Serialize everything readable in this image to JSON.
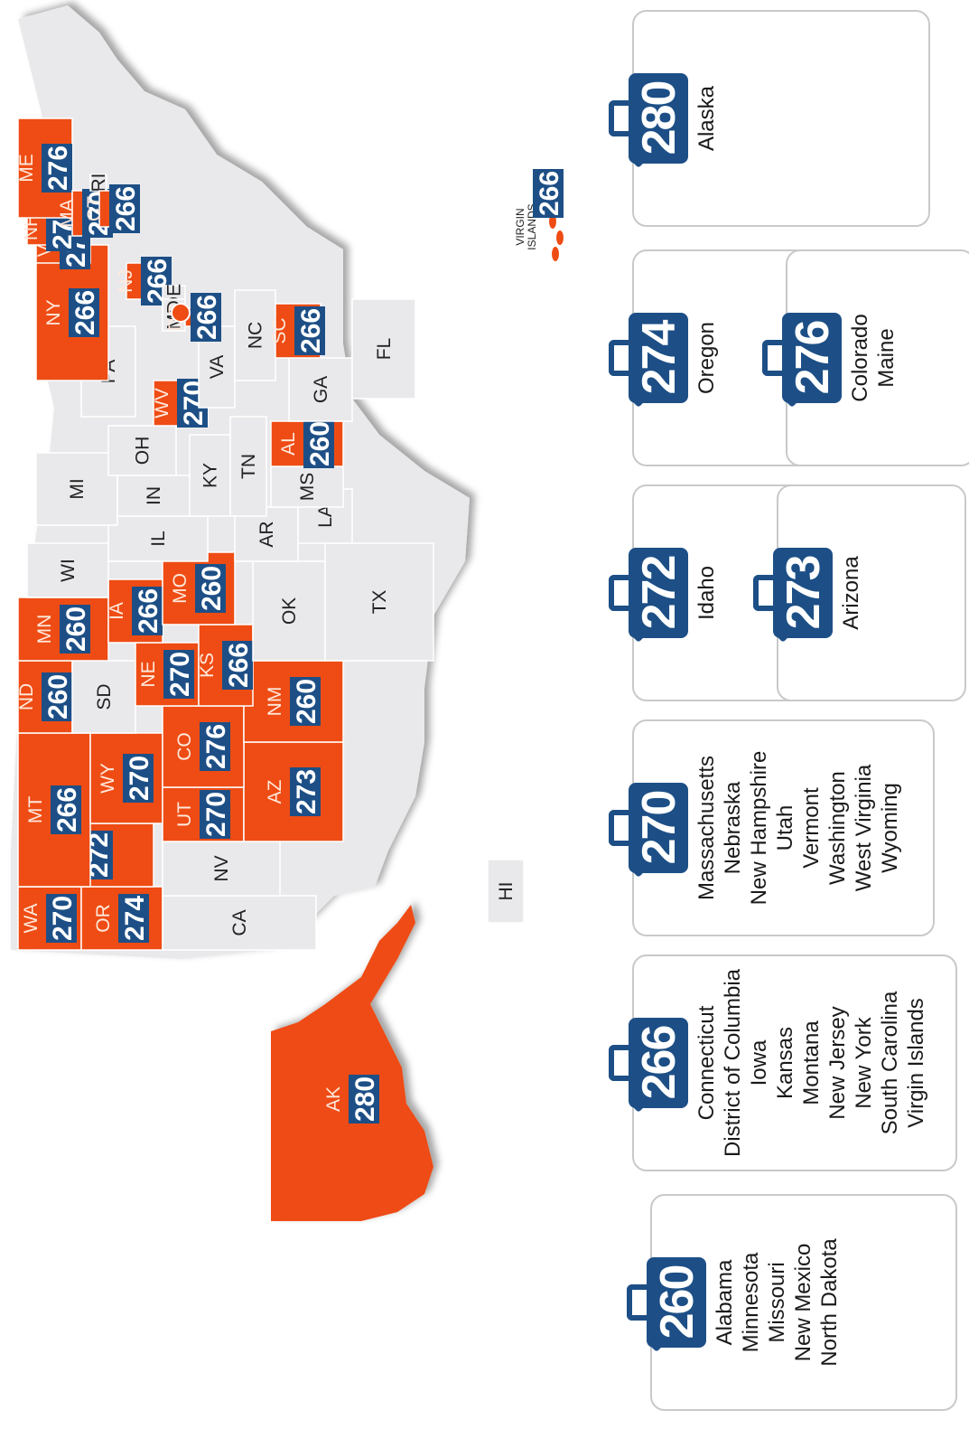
{
  "map": {
    "states": [
      {
        "abbr": "WA",
        "score": "270",
        "highlight": true
      },
      {
        "abbr": "OR",
        "score": "274",
        "highlight": true
      },
      {
        "abbr": "CA",
        "score": "",
        "highlight": false
      },
      {
        "abbr": "NV",
        "score": "",
        "highlight": false
      },
      {
        "abbr": "ID",
        "score": "272",
        "highlight": true
      },
      {
        "abbr": "MT",
        "score": "266",
        "highlight": true
      },
      {
        "abbr": "WY",
        "score": "270",
        "highlight": true
      },
      {
        "abbr": "UT",
        "score": "270",
        "highlight": true
      },
      {
        "abbr": "AZ",
        "score": "273",
        "highlight": true
      },
      {
        "abbr": "CO",
        "score": "276",
        "highlight": true
      },
      {
        "abbr": "NM",
        "score": "260",
        "highlight": true
      },
      {
        "abbr": "ND",
        "score": "260",
        "highlight": true
      },
      {
        "abbr": "SD",
        "score": "",
        "highlight": false
      },
      {
        "abbr": "NE",
        "score": "270",
        "highlight": true
      },
      {
        "abbr": "KS",
        "score": "266",
        "highlight": true
      },
      {
        "abbr": "OK",
        "score": "",
        "highlight": false
      },
      {
        "abbr": "TX",
        "score": "",
        "highlight": false
      },
      {
        "abbr": "MN",
        "score": "260",
        "highlight": true
      },
      {
        "abbr": "IA",
        "score": "266",
        "highlight": true
      },
      {
        "abbr": "MO",
        "score": "260",
        "highlight": true
      },
      {
        "abbr": "AR",
        "score": "",
        "highlight": false
      },
      {
        "abbr": "LA",
        "score": "",
        "highlight": false
      },
      {
        "abbr": "WI",
        "score": "",
        "highlight": false
      },
      {
        "abbr": "IL",
        "score": "",
        "highlight": false
      },
      {
        "abbr": "MS",
        "score": "",
        "highlight": false
      },
      {
        "abbr": "MI",
        "score": "",
        "highlight": false
      },
      {
        "abbr": "IN",
        "score": "",
        "highlight": false
      },
      {
        "abbr": "KY",
        "score": "",
        "highlight": false
      },
      {
        "abbr": "TN",
        "score": "",
        "highlight": false
      },
      {
        "abbr": "AL",
        "score": "260",
        "highlight": true
      },
      {
        "abbr": "OH",
        "score": "",
        "highlight": false
      },
      {
        "abbr": "GA",
        "score": "",
        "highlight": false
      },
      {
        "abbr": "FL",
        "score": "",
        "highlight": false
      },
      {
        "abbr": "WV",
        "score": "270",
        "highlight": true
      },
      {
        "abbr": "VA",
        "score": "",
        "highlight": false
      },
      {
        "abbr": "NC",
        "score": "",
        "highlight": false
      },
      {
        "abbr": "SC",
        "score": "266",
        "highlight": true
      },
      {
        "abbr": "PA",
        "score": "",
        "highlight": false
      },
      {
        "abbr": "NY",
        "score": "266",
        "highlight": true
      },
      {
        "abbr": "VT",
        "score": "270",
        "highlight": true
      },
      {
        "abbr": "NH",
        "score": "270",
        "highlight": true
      },
      {
        "abbr": "ME",
        "score": "276",
        "highlight": true
      },
      {
        "abbr": "MA",
        "score": "270",
        "highlight": true
      },
      {
        "abbr": "RI",
        "score": "",
        "highlight": false
      },
      {
        "abbr": "CT",
        "score": "266",
        "highlight": true
      },
      {
        "abbr": "NJ",
        "score": "266",
        "highlight": true
      },
      {
        "abbr": "DE",
        "score": "",
        "highlight": false
      },
      {
        "abbr": "MD",
        "score": "",
        "highlight": false
      },
      {
        "abbr": "DC",
        "score": "266",
        "highlight": true
      },
      {
        "abbr": "AK",
        "score": "280",
        "highlight": true
      },
      {
        "abbr": "HI",
        "score": "",
        "highlight": false
      }
    ],
    "virgin_islands_label": "VIRGIN ISLANDS",
    "virgin_islands_score": "266",
    "colors": {
      "highlight": "#ee4c14",
      "base": "#e9e9ec",
      "badge": "#1d4f86",
      "border": "#ffffff"
    }
  },
  "legend": [
    {
      "score": "260",
      "states": [
        "Alabama",
        "Minnesota",
        "Missouri",
        "New Mexico",
        "North Dakota"
      ]
    },
    {
      "score": "266",
      "states": [
        "Connecticut",
        "District of Columbia",
        "Iowa",
        "Kansas",
        "Montana",
        "New Jersey",
        "New York",
        "South Carolina",
        "Virgin Islands"
      ]
    },
    {
      "score": "270",
      "states": [
        "Massachusetts",
        "Nebraska",
        "New Hampshire",
        "Utah",
        "Vermont",
        "Washington",
        "West Virginia",
        "Wyoming"
      ]
    },
    {
      "score": "272",
      "states": [
        "Idaho"
      ]
    },
    {
      "score": "273",
      "states": [
        "Arizona"
      ]
    },
    {
      "score": "274",
      "states": [
        "Oregon"
      ]
    },
    {
      "score": "276",
      "states": [
        "Colorado",
        "Maine"
      ]
    },
    {
      "score": "280",
      "states": [
        "Alaska"
      ]
    }
  ]
}
